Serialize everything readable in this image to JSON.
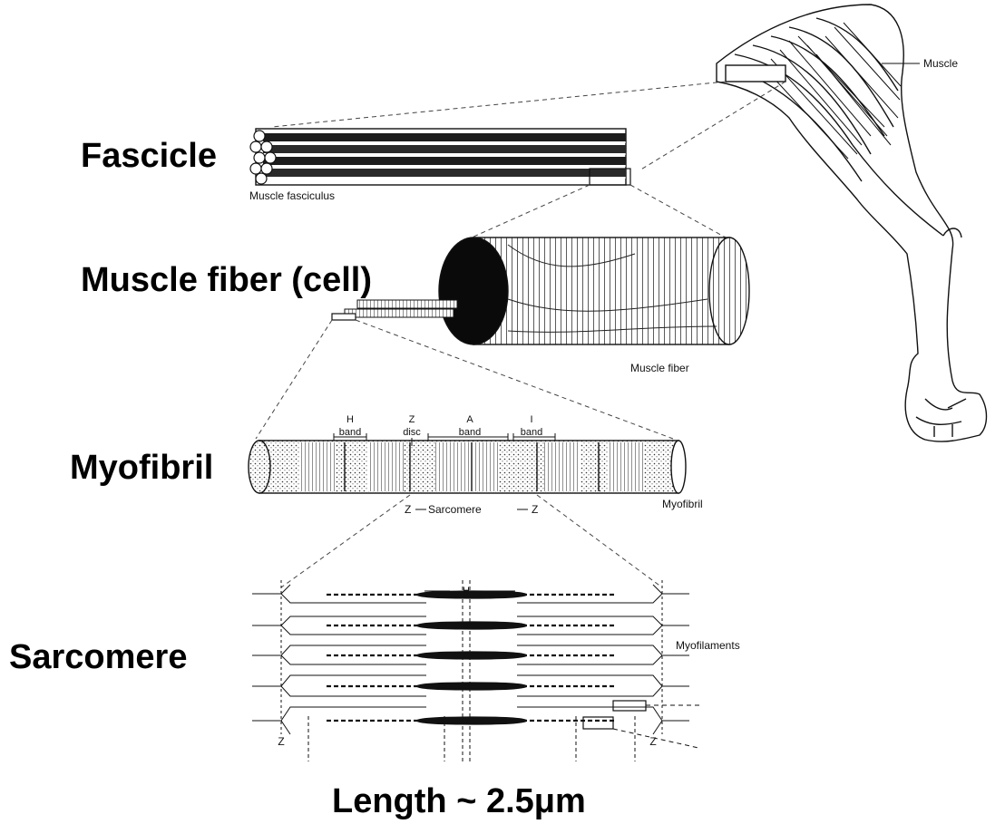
{
  "labels": {
    "fascicle": "Fascicle",
    "muscle_fiber": "Muscle fiber (cell)",
    "myofibril": "Myofibril",
    "sarcomere": "Sarcomere",
    "length": "Length ~ 2.5μm"
  },
  "annotations": {
    "muscle": "Muscle",
    "muscle_fasciculus": "Muscle fasciculus",
    "muscle_fiber": "Muscle fiber",
    "myofibril": "Myofibril",
    "myofilaments": "Myofilaments",
    "h_band_top": "H",
    "h_band_bottom": "band",
    "z_disc_top": "Z",
    "z_disc_bottom": "disc",
    "a_band_top": "A",
    "a_band_bottom": "band",
    "i_band_top": "I",
    "i_band_bottom": "band",
    "z_left": "Z",
    "sarcomere_mid": "Sarcomere",
    "z_right": "Z",
    "h_label": "H",
    "z_bottom_left": "Z",
    "z_bottom_right": "Z"
  }
}
